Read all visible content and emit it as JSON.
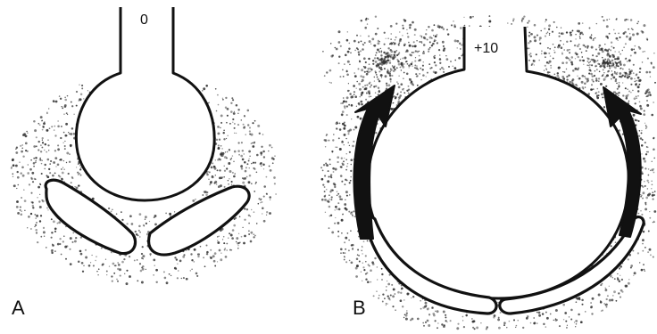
{
  "panels": [
    {
      "letter": "A",
      "reading": "0"
    },
    {
      "letter": "B",
      "reading": "+10"
    }
  ],
  "colors": {
    "ink": "#111111",
    "stipple": "#333333",
    "background": "#ffffff"
  }
}
